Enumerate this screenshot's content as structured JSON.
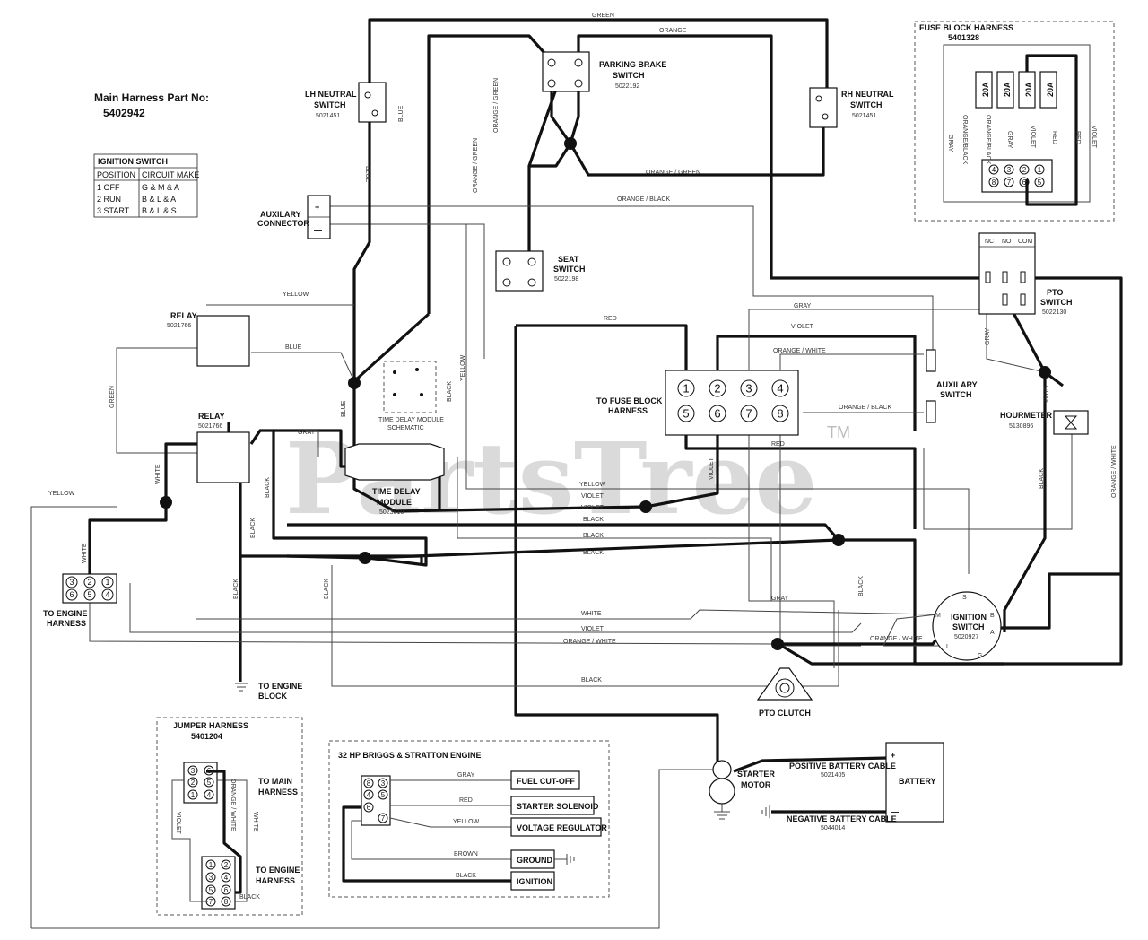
{
  "header": {
    "harness_title": "Main Harness Part No:",
    "harness_number": "5402942"
  },
  "ignition_table": {
    "title": "IGNITION SWITCH",
    "col1": "POSITION",
    "col2": "CIRCUIT MAKE",
    "rows": [
      {
        "pos": "1  OFF",
        "make": "G & M & A"
      },
      {
        "pos": "2  RUN",
        "make": "B & L & A"
      },
      {
        "pos": "3  START",
        "make": "B & L & S"
      }
    ]
  },
  "watermark": {
    "text": "PartsTree",
    "tm": "TM"
  },
  "components": {
    "lh_neutral": {
      "name1": "LH NEUTRAL",
      "name2": "SWITCH",
      "pn": "5021451"
    },
    "rh_neutral": {
      "name1": "RH NEUTRAL",
      "name2": "SWITCH",
      "pn": "5021451"
    },
    "parking_brake": {
      "name1": "PARKING BRAKE",
      "name2": "SWITCH",
      "pn": "5022192"
    },
    "aux_connector": {
      "name1": "AUXILARY",
      "name2": "CONNECTOR",
      "plus": "+",
      "minus": "—"
    },
    "seat": {
      "name1": "SEAT",
      "name2": "SWITCH",
      "pn": "5022198"
    },
    "relay1": {
      "name": "RELAY",
      "pn": "5021766"
    },
    "relay2": {
      "name": "RELAY",
      "pn": "5021766"
    },
    "tdm_schematic": {
      "name1": "TIME DELAY MODULE",
      "name2": "SCHEMATIC"
    },
    "tdm": {
      "name1": "TIME DELAY",
      "name2": "MODULE",
      "pn": "5023810"
    },
    "fuse_target": {
      "name1": "TO FUSE BLOCK",
      "name2": "HARNESS",
      "pins": [
        "1",
        "2",
        "3",
        "4",
        "5",
        "6",
        "7",
        "8"
      ]
    },
    "aux_switch": {
      "name1": "AUXILARY",
      "name2": "SWITCH"
    },
    "hourmeter": {
      "name": "HOURMETER",
      "pn": "5130896"
    },
    "pto_switch": {
      "name1": "PTO",
      "name2": "SWITCH",
      "pn": "5022130",
      "nc": "NC",
      "no": "NO",
      "com": "COM"
    },
    "fuse_block": {
      "title": "FUSE BLOCK HARNESS",
      "pn": "5401328",
      "fuses": [
        "20A",
        "20A",
        "20A",
        "20A"
      ],
      "pins": [
        "4",
        "3",
        "2",
        "1",
        "8",
        "7",
        "6",
        "5"
      ]
    },
    "engine_harness": {
      "name1": "TO ENGINE",
      "name2": "HARNESS",
      "pins": [
        "3",
        "2",
        "1",
        "6",
        "5",
        "4"
      ]
    },
    "engine_block": {
      "name1": "TO ENGINE",
      "name2": "BLOCK"
    },
    "ignition_switch": {
      "name1": "IGNITION",
      "name2": "SWITCH",
      "pn": "5020927",
      "terms": [
        "S",
        "M",
        "B",
        "A",
        "G",
        "L"
      ]
    },
    "pto_clutch": {
      "name": "PTO CLUTCH"
    },
    "starter": {
      "name1": "STARTER",
      "name2": "MOTOR"
    },
    "pos_cable": {
      "name": "POSITIVE BATTERY CABLE",
      "pn": "5021405"
    },
    "neg_cable": {
      "name": "NEGATIVE BATTERY CABLE",
      "pn": "5044014"
    },
    "battery": {
      "name": "BATTERY",
      "plus": "+",
      "minus": "—"
    },
    "jumper": {
      "title": "JUMPER HARNESS",
      "pn": "5401204",
      "to_main1": "TO MAIN",
      "to_main2": "HARNESS",
      "to_engine1": "TO ENGINE",
      "to_engine2": "HARNESS",
      "pins_top": [
        "3",
        "6",
        "2",
        "5",
        "1",
        "4"
      ],
      "pins_bot": [
        "1",
        "2",
        "3",
        "4",
        "5",
        "6",
        "7",
        "8"
      ]
    },
    "engine": {
      "title": "32 HP BRIGGS & STRATTON ENGINE",
      "pins": [
        "8",
        "3",
        "4",
        "5",
        "6",
        "7"
      ],
      "outputs": [
        "FUEL CUT-OFF",
        "STARTER SOLENOID",
        "VOLTAGE REGULATOR",
        "GROUND",
        "IGNITION"
      ]
    }
  },
  "wire_labels": {
    "green": "GREEN",
    "orange": "ORANGE",
    "orange_green": "ORANGE / GREEN",
    "orange_black": "ORANGE / BLACK",
    "blue": "BLUE",
    "yellow": "YELLOW",
    "white": "WHITE",
    "black": "BLACK",
    "gray": "GRAY",
    "red": "RED",
    "violet": "VIOLET",
    "orange_white": "ORANGE / WHITE",
    "brown": "BROWN",
    "orange_black_v": "ORANGE/BLACK",
    "orange_white_v": "ORANGE / WHITE"
  }
}
